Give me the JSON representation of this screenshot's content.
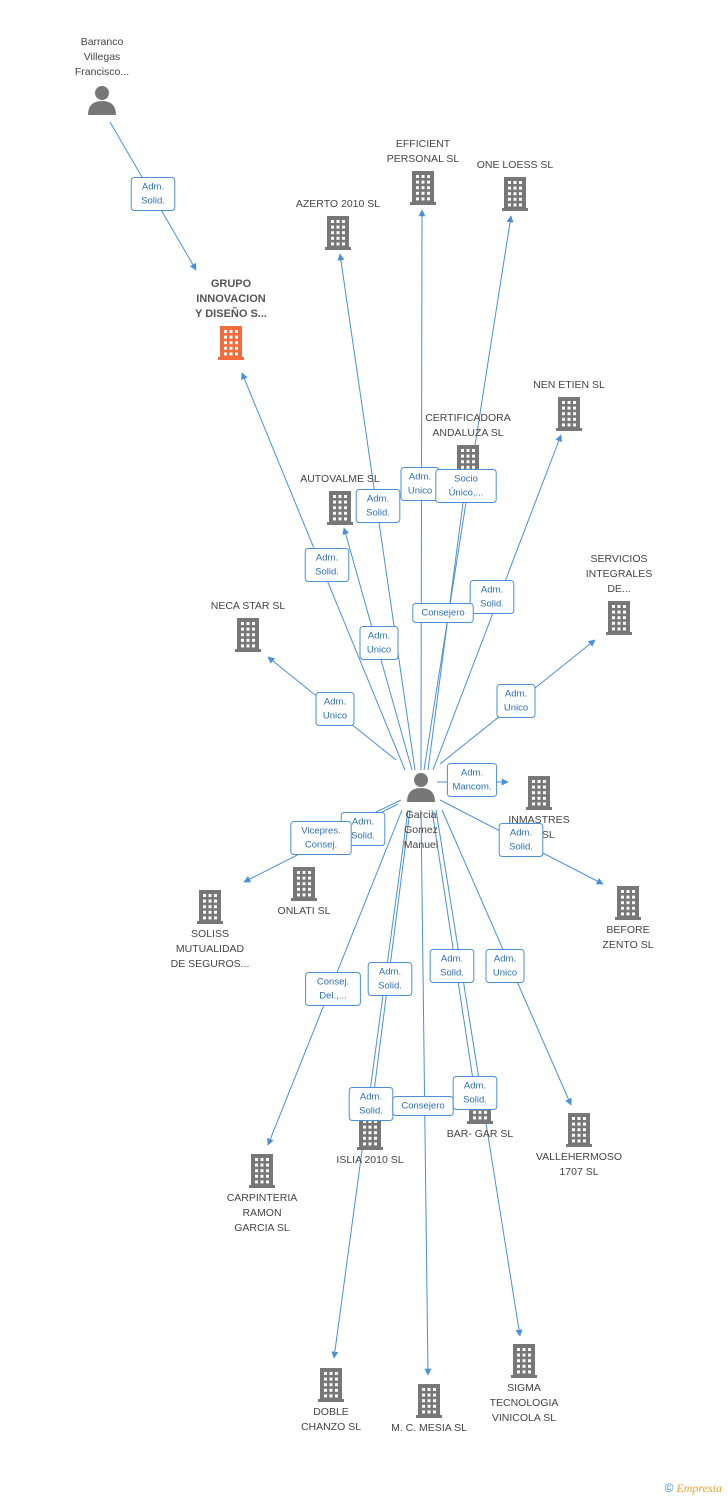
{
  "colors": {
    "edge": "#4a90d9",
    "building": "#777777",
    "building_highlight": "#f26b3a",
    "person": "#777777"
  },
  "nodes": [
    {
      "id": "barranco",
      "kind": "person",
      "label": [
        "Barranco",
        "Villegas",
        "Francisco..."
      ]
    },
    {
      "id": "grupo",
      "kind": "company",
      "highlight": true,
      "label": [
        "GRUPO",
        "INNOVACION",
        "Y DISEÑO S..."
      ]
    },
    {
      "id": "efficient",
      "kind": "company",
      "label": [
        "EFFICIENT",
        "PERSONAL  SL"
      ]
    },
    {
      "id": "oneloess",
      "kind": "company",
      "label": [
        "ONE LOESS SL"
      ]
    },
    {
      "id": "azerto",
      "kind": "company",
      "label": [
        "AZERTO 2010 SL"
      ]
    },
    {
      "id": "nenetien",
      "kind": "company",
      "label": [
        "NEN ETIEN SL"
      ]
    },
    {
      "id": "certificadora",
      "kind": "company",
      "label": [
        "CERTIFICADORA",
        "ANDALUZA SL"
      ]
    },
    {
      "id": "autovalme",
      "kind": "company",
      "label": [
        "AUTOVALME SL"
      ]
    },
    {
      "id": "servicios",
      "kind": "company",
      "label": [
        "SERVICIOS",
        "INTEGRALES",
        "DE..."
      ]
    },
    {
      "id": "necastar",
      "kind": "company",
      "label": [
        "NECA STAR SL"
      ]
    },
    {
      "id": "garcia",
      "kind": "person",
      "main": true,
      "label": [
        "Garcia",
        "Gomez",
        "Manuel"
      ]
    },
    {
      "id": "inmastres",
      "kind": "company",
      "label": [
        "INMASTRES",
        "...S SL"
      ]
    },
    {
      "id": "onlati",
      "kind": "company",
      "label": [
        "ONLATI SL"
      ]
    },
    {
      "id": "soliss",
      "kind": "company",
      "label": [
        "SOLISS",
        "MUTUALIDAD",
        "DE SEGUROS..."
      ]
    },
    {
      "id": "before",
      "kind": "company",
      "label": [
        "BEFORE",
        "ZENTO SL"
      ]
    },
    {
      "id": "bargar",
      "kind": "company",
      "label": [
        "BAR- GAR SL"
      ]
    },
    {
      "id": "islia",
      "kind": "company",
      "label": [
        "ISLIA 2010 SL"
      ]
    },
    {
      "id": "vallehermoso",
      "kind": "company",
      "label": [
        "VALLEHERMOSO",
        "1707 SL"
      ]
    },
    {
      "id": "carpinteria",
      "kind": "company",
      "label": [
        "CARPINTERIA",
        "RAMON",
        "GARCIA SL"
      ]
    },
    {
      "id": "doble",
      "kind": "company",
      "label": [
        "DOBLE",
        "CHANZO SL"
      ]
    },
    {
      "id": "mcmesia",
      "kind": "company",
      "label": [
        "M.  C. MESIA SL"
      ]
    },
    {
      "id": "sigma",
      "kind": "company",
      "label": [
        "SIGMA",
        "TECNOLOGIA",
        "VINICOLA  SL"
      ]
    }
  ],
  "edges": [
    {
      "from": "barranco",
      "to": "grupo",
      "label": [
        "Adm.",
        "Solid."
      ]
    },
    {
      "from": "garcia",
      "to": "grupo",
      "label": [
        "Adm.",
        "Solid."
      ]
    },
    {
      "from": "garcia",
      "to": "efficient",
      "label": [
        "Adm.",
        "Unico"
      ]
    },
    {
      "from": "garcia",
      "to": "oneloess",
      "label": [
        "Socio",
        "Único,..."
      ]
    },
    {
      "from": "garcia",
      "to": "azerto",
      "label": [
        "Adm.",
        "Solid."
      ]
    },
    {
      "from": "garcia",
      "to": "nenetien",
      "label": [
        "Adm.",
        "Solid."
      ]
    },
    {
      "from": "garcia",
      "to": "certificadora",
      "label": [
        "Consejero"
      ]
    },
    {
      "from": "garcia",
      "to": "autovalme",
      "label": [
        "Adm.",
        "Unico"
      ]
    },
    {
      "from": "garcia",
      "to": "servicios",
      "label": [
        "Adm.",
        "Unico"
      ]
    },
    {
      "from": "garcia",
      "to": "necastar",
      "label": [
        "Adm.",
        "Unico"
      ]
    },
    {
      "from": "garcia",
      "to": "inmastres",
      "label": [
        "Adm.",
        "Mancom."
      ]
    },
    {
      "from": "garcia",
      "to": "onlati",
      "label": [
        "Adm.",
        "Solid."
      ]
    },
    {
      "from": "garcia",
      "to": "soliss",
      "label": [
        "Vicepres.",
        "Consej."
      ]
    },
    {
      "from": "garcia",
      "to": "before",
      "label": [
        "Adm.",
        "Solid."
      ]
    },
    {
      "from": "garcia",
      "to": "bargar",
      "label": [
        "Adm.",
        "Solid."
      ]
    },
    {
      "from": "garcia",
      "to": "islia",
      "label": [
        "Adm.",
        "Solid."
      ]
    },
    {
      "from": "garcia",
      "to": "vallehermoso",
      "label": [
        "Adm.",
        "Unico"
      ]
    },
    {
      "from": "garcia",
      "to": "carpinteria",
      "label": [
        "Consej.",
        "Del.,..."
      ]
    },
    {
      "from": "garcia",
      "to": "doble",
      "label": [
        "Adm.",
        "Solid."
      ]
    },
    {
      "from": "garcia",
      "to": "mcmesia",
      "label": [
        "Consejero"
      ]
    },
    {
      "from": "garcia",
      "to": "sigma",
      "label": [
        "Adm.",
        "Solid."
      ]
    }
  ],
  "footer": {
    "copyright": "©",
    "brand": "Empresia"
  }
}
